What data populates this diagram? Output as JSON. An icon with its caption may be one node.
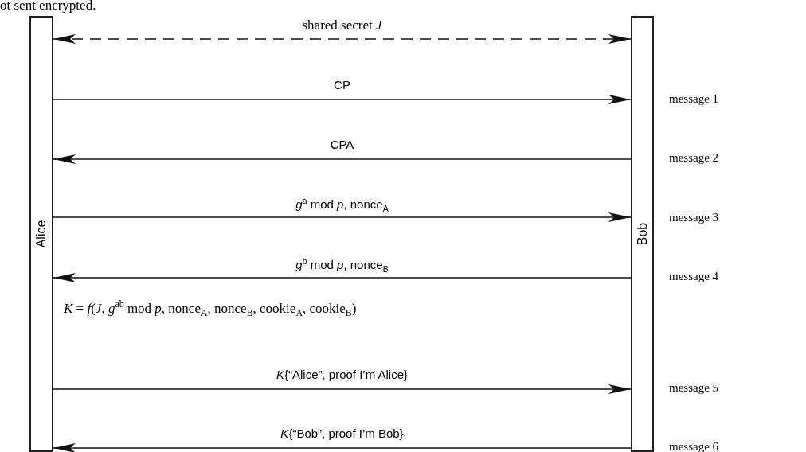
{
  "diagram": {
    "nodes": [
      {
        "text": [
          "Alice"
        ]
      },
      {
        "text": [
          "Bob"
        ]
      }
    ],
    "edges": [
      {
        "from": 0,
        "to": 1,
        "arrow": "both",
        "style": "dashed",
        "label": "shared secret *J*"
      },
      {
        "from": 0,
        "to": 1,
        "arrow": "to",
        "label": "CP"
      },
      {
        "from": 1,
        "to": 0,
        "arrow": "to",
        "label": "CPA"
      },
      {
        "from": 0,
        "to": 1,
        "arrow": "to",
        "label": "*g*$^{a}$ mod *p*, nonce$_{A}$"
      },
      {
        "from": 1,
        "to": 0,
        "arrow": "to",
        "label": "*g*$^{b}$ mod *p*, nonce$_{B}$"
      },
      {
        "from": 0,
        "to": 1,
        "arrow": "to",
        "label": "*K*{“Alice”, proof I’m Alice}"
      },
      {
        "from": 1,
        "to": 0,
        "arrow": "to",
        "label": "*K*{“Bob”, proof I’m Bob}"
      }
    ],
    "labels": [
      "ot sent encrypted.",
      "message 1",
      "message 2",
      "message 3",
      "message 4",
      "*K* = *f*(*J*, *g*$^{ab}$ mod *p*, nonce$_{A}$, nonce$_{B}$, cookie$_{A}$, cookie$_{B}$)",
      "message 5",
      "message 6"
    ]
  }
}
